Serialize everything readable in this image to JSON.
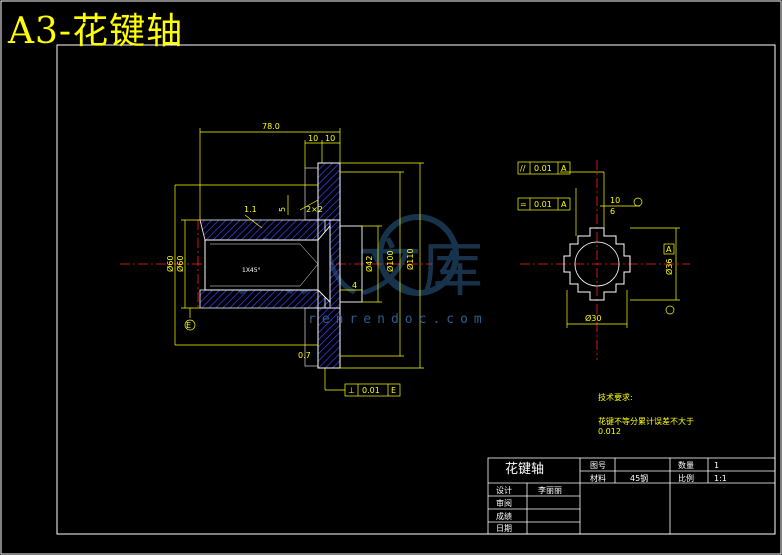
{
  "title": "A3-花键轴",
  "watermark": {
    "main": "人人文库",
    "url": "renrendoc.com"
  },
  "dimensions": {
    "overall_length": "78.0",
    "top_left_10": "10",
    "top_right_10": "10",
    "dia_110": "Ø110",
    "dia_100": "Ø100",
    "dia_42": "Ø42",
    "dia_60": "Ø60",
    "dim_4": "4",
    "chamfer": "2×2",
    "side_5": "5",
    "roughness_left": "1.1",
    "left_small": "Ø60",
    "center_note": "1X45°",
    "datum_e": "E",
    "rough_bottom": "0.7"
  },
  "tolerances": {
    "bottom_frame": [
      "⊥",
      "0.01",
      "E"
    ],
    "parallel_frame": [
      "//",
      "0.01",
      "A"
    ],
    "flat_frame": [
      "=",
      "0.01",
      "A"
    ]
  },
  "side_view": {
    "dia_30": "Ø30",
    "dia_36": "Ø36",
    "label_10": "10",
    "label_6": "6",
    "datum_a": "A"
  },
  "notes": {
    "heading": "技术要求:",
    "line1": "花键不等分累计误差不大于",
    "line2": "0.012"
  },
  "title_block": {
    "name": "花键轴",
    "drawing_no_label": "图号",
    "material_label": "材料",
    "material_value": "45钢",
    "quantity_label": "数量",
    "quantity_value": "1",
    "scale_label": "比例",
    "scale_value": "1:1",
    "design_label": "设计",
    "designer": "李丽丽",
    "review_label": "审阅",
    "grade_label": "成绩",
    "date_label": "日期"
  },
  "colors": {
    "frame": "#ffffff",
    "dimension": "#ffff00",
    "hatch": "#4040ff",
    "centerline": "#ff2020",
    "watermark": "#2a5d8a"
  }
}
